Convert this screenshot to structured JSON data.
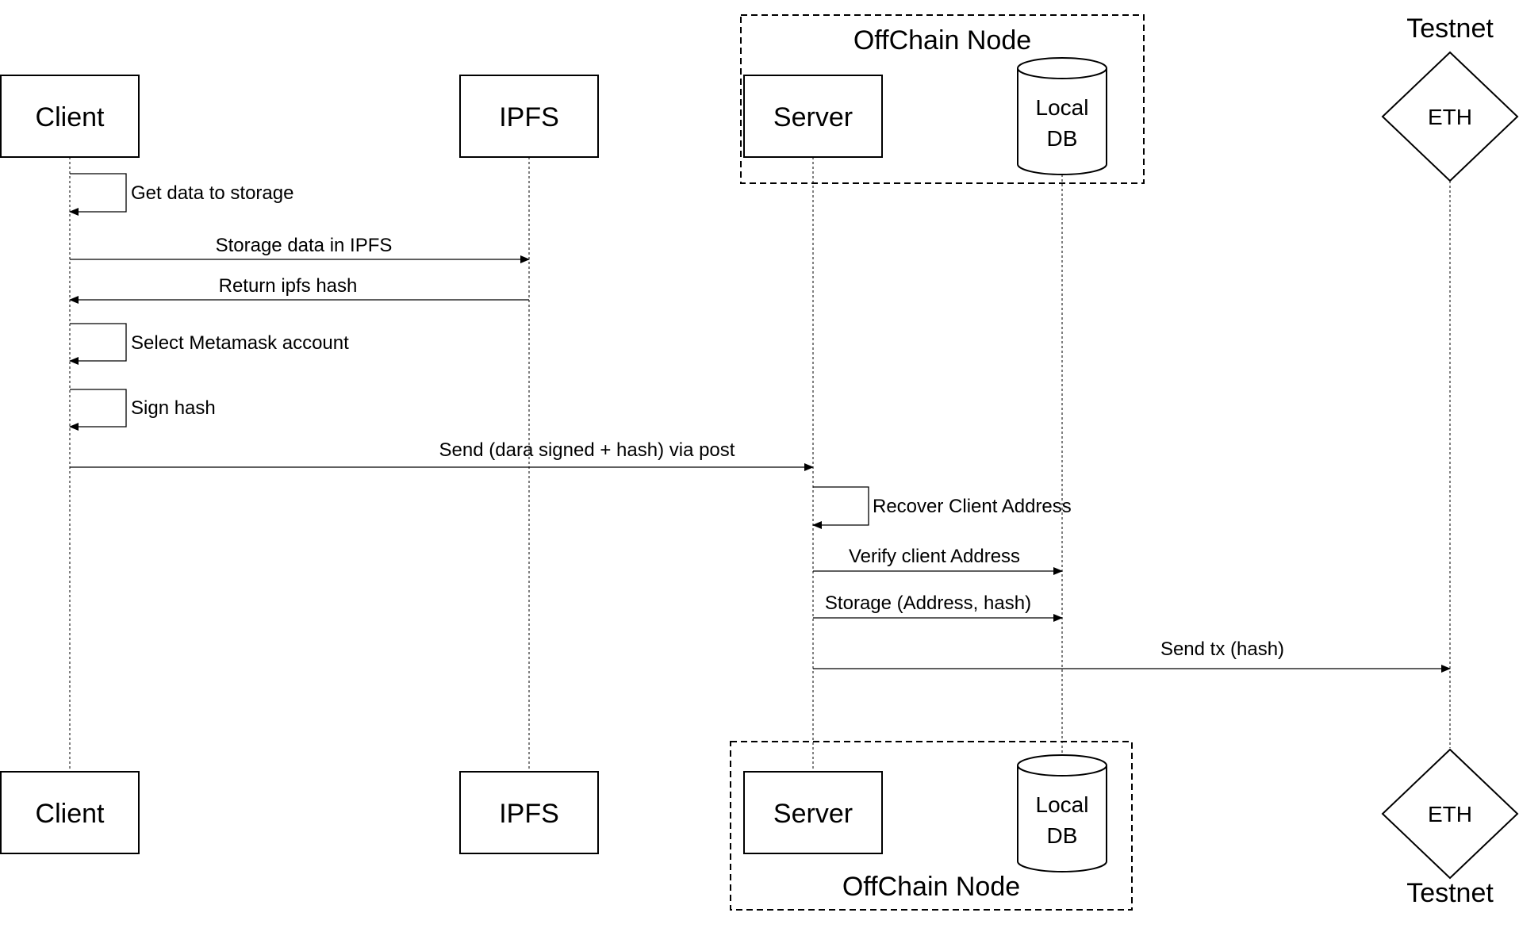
{
  "actors": {
    "client": "Client",
    "ipfs": "IPFS",
    "server": "Server",
    "local_db_line1": "Local",
    "local_db_line2": "DB",
    "eth": "ETH"
  },
  "groups": {
    "offchain_node": "OffChain Node",
    "testnet": "Testnet"
  },
  "messages": [
    {
      "label": "Get data to storage",
      "from": "Client",
      "to": "Client"
    },
    {
      "label": "Storage data in IPFS",
      "from": "Client",
      "to": "IPFS"
    },
    {
      "label": "Return ipfs hash",
      "from": "IPFS",
      "to": "Client"
    },
    {
      "label": "Select Metamask account",
      "from": "Client",
      "to": "Client"
    },
    {
      "label": "Sign hash",
      "from": "Client",
      "to": "Client"
    },
    {
      "label": "Send (dara signed + hash) via post",
      "from": "Client",
      "to": "Server"
    },
    {
      "label": "Recover Client Address",
      "from": "Server",
      "to": "Server"
    },
    {
      "label": "Verify client Address",
      "from": "Server",
      "to": "Local DB"
    },
    {
      "label": "Storage (Address, hash)",
      "from": "Server",
      "to": "Local DB"
    },
    {
      "label": "Send tx (hash)",
      "from": "Server",
      "to": "ETH"
    }
  ]
}
